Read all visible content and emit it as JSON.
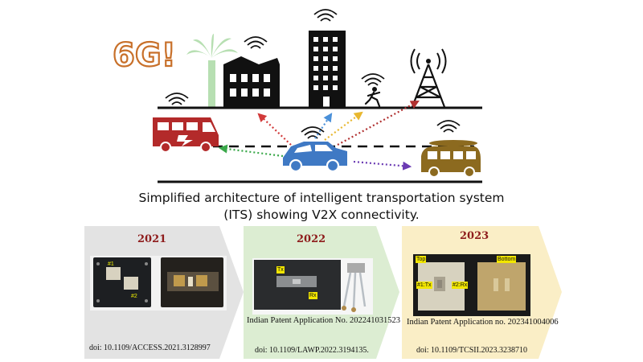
{
  "scene": {
    "badge_text": "6G!",
    "palette": {
      "badge": "#c8702a",
      "palm": "#b7dfb2",
      "red_vehicle": "#b32a2a",
      "car": "#3f79c4",
      "van": "#8c6a1f",
      "dark": "#111111"
    },
    "arrow_colors": [
      "#d23a3a",
      "#4a90d9",
      "#e8b72e",
      "#b03030",
      "#3aa84a",
      "#6b3bb3"
    ]
  },
  "caption": {
    "line1": "Simplified architecture of intelligent transportation system",
    "line2": "(ITS) showing V2X connectivity."
  },
  "timeline": [
    {
      "year": "2021",
      "patent": "",
      "doi": "doi: 10.1109/ACCESS.2021.3128997",
      "color": "#e3e3e3",
      "labels": [
        "#1",
        "#2"
      ]
    },
    {
      "year": "2022",
      "patent": "Indian Patent Application No. 202241031523",
      "doi": "doi: 10.1109/LAWP.2022.3194135.",
      "color": "#dcedd2",
      "labels": [
        "Tx",
        "Rx"
      ]
    },
    {
      "year": "2023",
      "patent": "Indian Patent Application no. 202341004006",
      "doi": "doi: 10.1109/TCSII.2023.3238710",
      "color": "#faeec6",
      "labels": [
        "Top",
        "Bottom",
        "#1:Tx",
        "#2:Rx"
      ]
    }
  ]
}
